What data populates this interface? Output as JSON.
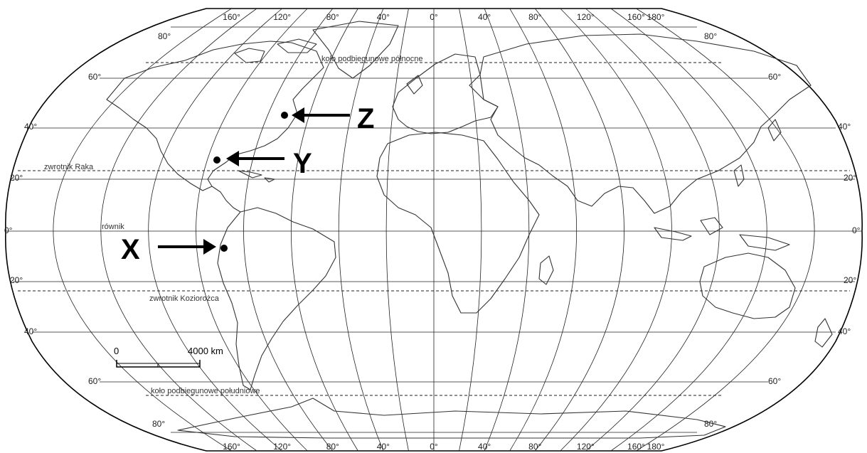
{
  "map": {
    "projection": "Robinson",
    "top_longitude_labels": [
      "160°",
      "120°",
      "80°",
      "40°",
      "0°",
      "40°",
      "80°",
      "120°",
      "160°",
      "180°"
    ],
    "bottom_longitude_labels": [
      "160°",
      "120°",
      "80°",
      "40°",
      "0°",
      "40°",
      "80°",
      "120°",
      "160°",
      "180°"
    ],
    "latitude_labels": [
      "80°",
      "60°",
      "40°",
      "20°",
      "0°",
      "20°",
      "40°",
      "60°",
      "80°"
    ],
    "special_circles": {
      "arctic": "koło podbiegunowe północne",
      "cancer": "zwrotnik Raka",
      "equator": "równik",
      "capricorn": "zwrotnik Koziorożca",
      "antarctic": "koło podbiegunowe południowe"
    },
    "markers": [
      {
        "id": "Z",
        "label": "Z"
      },
      {
        "id": "Y",
        "label": "Y"
      },
      {
        "id": "X",
        "label": "X"
      }
    ],
    "scale_bar": {
      "start": "0",
      "end": "4000 km"
    }
  }
}
